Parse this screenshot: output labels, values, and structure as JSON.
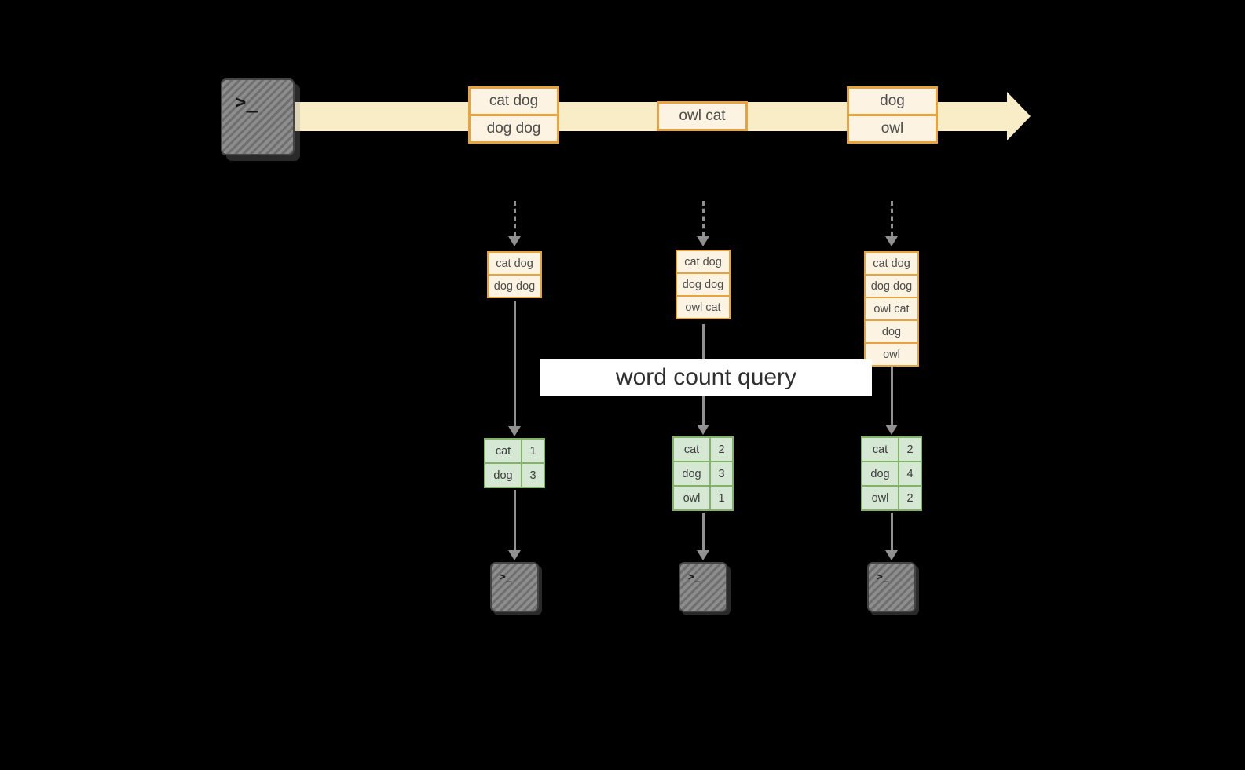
{
  "colors": {
    "background": "#000000",
    "stream_fill": "#f9edc8",
    "event_fill": "#fdf3e2",
    "event_border": "#e8a33d",
    "state_text": "#4d4d4d",
    "result_fill": "#d5e8d4",
    "result_border": "#82b366",
    "arrow_gray": "#919191",
    "banner_bg": "#ffffff",
    "banner_text": "#2f2f2f"
  },
  "banner": {
    "label": "word count query"
  },
  "icons": {
    "terminal_prompt": ">_"
  },
  "stream": {
    "events": [
      {
        "lines": [
          "cat dog",
          "dog dog"
        ]
      },
      {
        "lines": [
          "owl cat"
        ]
      },
      {
        "lines": [
          "dog",
          "owl"
        ]
      }
    ]
  },
  "columns": [
    {
      "state": [
        "cat dog",
        "dog dog"
      ],
      "result": [
        {
          "word": "cat",
          "count": "1"
        },
        {
          "word": "dog",
          "count": "3"
        }
      ]
    },
    {
      "state": [
        "cat dog",
        "dog dog",
        "owl cat"
      ],
      "result": [
        {
          "word": "cat",
          "count": "2"
        },
        {
          "word": "dog",
          "count": "3"
        },
        {
          "word": "owl",
          "count": "1"
        }
      ]
    },
    {
      "state": [
        "cat dog",
        "dog dog",
        "owl cat",
        "dog",
        "owl"
      ],
      "result": [
        {
          "word": "cat",
          "count": "2"
        },
        {
          "word": "dog",
          "count": "4"
        },
        {
          "word": "owl",
          "count": "2"
        }
      ]
    }
  ]
}
